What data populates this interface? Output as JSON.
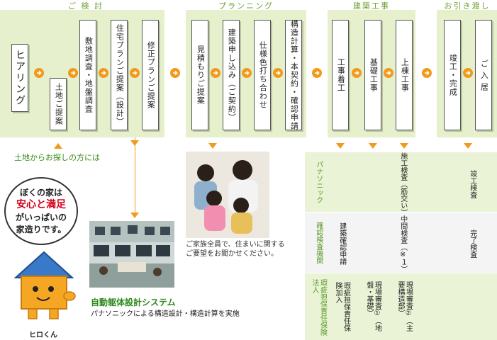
{
  "stages": [
    {
      "title": "ご 検 討"
    },
    {
      "title": "プランニング"
    },
    {
      "title": "建築工事"
    },
    {
      "title": "お引き渡し"
    }
  ],
  "steps": {
    "hearing": "ヒアリング",
    "land_proposal": "土地ご提案",
    "site_survey": "敷地調査・地盤調査",
    "house_plan": "住宅プランご提案（設計）",
    "revised_plan": "修正プランご提案",
    "estimate": "見積もりご提案",
    "contract": "建築申し込み（ご契約）",
    "spec_meeting": "仕様色打ち合わせ",
    "structure_calc": "構造計算・本契約・確認申請",
    "construction_start": "工事着工",
    "foundation": "基礎工事",
    "framing": "上棟工事",
    "completion": "竣工・完成",
    "move_in": "ご 入 居"
  },
  "land_note": "土地からお探しの方には",
  "mascot": {
    "speech": [
      "ぼくの家は",
      "安心と満足",
      "がいっぱいの",
      "家造りです。"
    ],
    "name": "ヒロくん"
  },
  "design_system": {
    "title": "自動躯体設計システム",
    "desc": "パナソニックによる構造設計・構造計算を実施"
  },
  "family_caption": [
    "ご家族全員で、住まいに関する",
    "ご要望をお聞かせください。"
  ],
  "inspection_table": {
    "rows": [
      {
        "head": "パナソニック",
        "cells": {
          "framing": "施工検査（筋交い）",
          "completion": "竣工検査"
        }
      },
      {
        "head": "確認検査機関",
        "cells": {
          "confirm": "建築確認申請",
          "framing": "中間検査（※１）",
          "completion": "完了検査"
        }
      },
      {
        "head": "瑕疵担保責任保険法人",
        "cells": {
          "confirm": "瑕疵担保責任保険加入",
          "foundation": "現場審査①（地盤・基礎）",
          "framing": "現場審査②（主要構造部）"
        }
      }
    ]
  },
  "colors": {
    "accent": "#f29a1d",
    "stage_bg": "#e6f0cc",
    "stage_title": "#6aa02a",
    "highlight_red": "#d6001c",
    "table_head": "#5a9a2a"
  }
}
